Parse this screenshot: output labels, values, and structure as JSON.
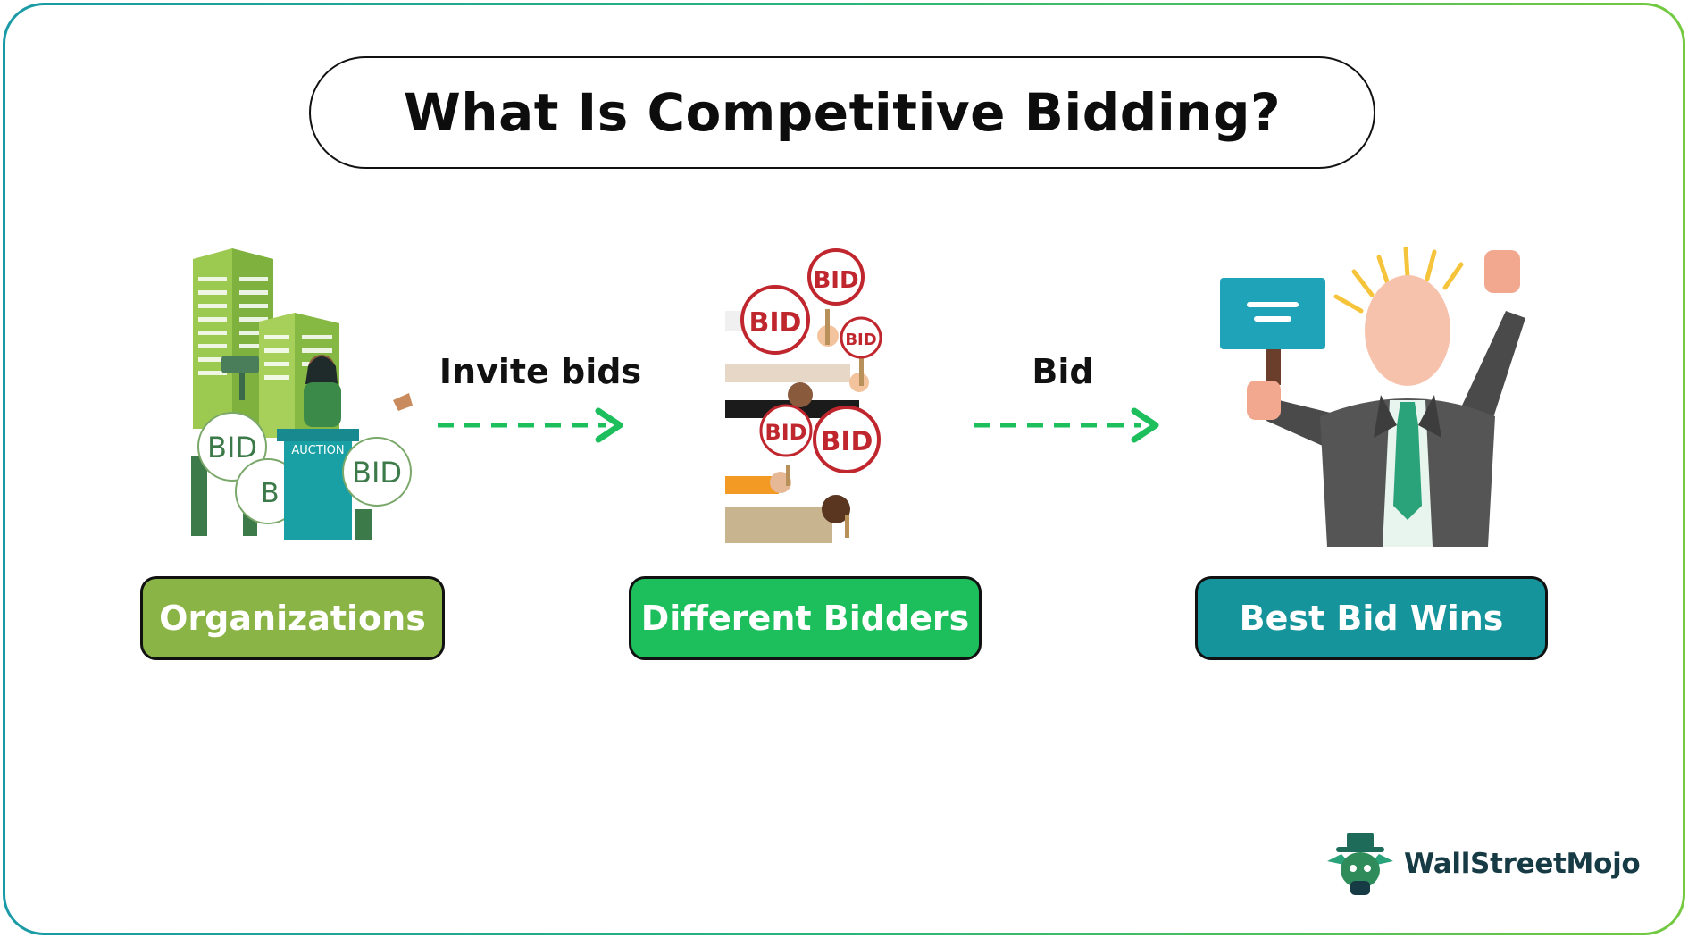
{
  "title": "What Is Competitive Bidding?",
  "colors": {
    "organizations": "#8bb446",
    "bidders": "#1dbf5d",
    "winner": "#15959b",
    "arrow": "#1dbf5d",
    "frame_gradient": [
      "#1a9aa6",
      "#74c940"
    ]
  },
  "steps": [
    {
      "label": "Organizations",
      "icon": "auction-buildings-illustration"
    },
    {
      "label": "Different Bidders",
      "icon": "raised-bid-paddles-illustration"
    },
    {
      "label": "Best Bid Wins",
      "icon": "winner-businessman-illustration"
    }
  ],
  "arrows": [
    {
      "label": "Invite bids"
    },
    {
      "label": "Bid"
    }
  ],
  "illustration_text": {
    "auction": "AUCTION",
    "bid": "BID"
  },
  "logo": {
    "name": "WallStreetMojo",
    "icon": "wallstreetmojo-mascot-icon"
  }
}
